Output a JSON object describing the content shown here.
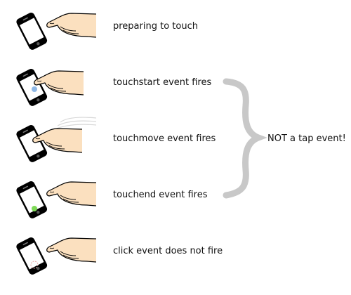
{
  "colors": {
    "outline": "#000000",
    "screen": "#ffffff",
    "skin": "#fbe0bf",
    "brace": "#c8c8c8",
    "motion_trail": "#d8d8d8",
    "touch_blue": "#8fb8e6",
    "touch_green": "#7ed957",
    "touch_red": "#e8a0a0"
  },
  "steps": [
    {
      "label": "preparing to touch",
      "state": "hover",
      "icon": "phone-hand-hover-icon"
    },
    {
      "label": "touchstart event fires",
      "state": "touch",
      "icon": "phone-hand-touch-icon"
    },
    {
      "label": "touchmove event fires",
      "state": "move",
      "icon": "phone-hand-move-icon"
    },
    {
      "label": "touchend event fires",
      "state": "release",
      "icon": "phone-hand-release-icon"
    },
    {
      "label": "click event does not fire",
      "state": "no-click",
      "icon": "phone-hand-no-click-icon"
    }
  ],
  "brace": {
    "from_step": 1,
    "to_step": 3,
    "note": "NOT a tap event!"
  }
}
